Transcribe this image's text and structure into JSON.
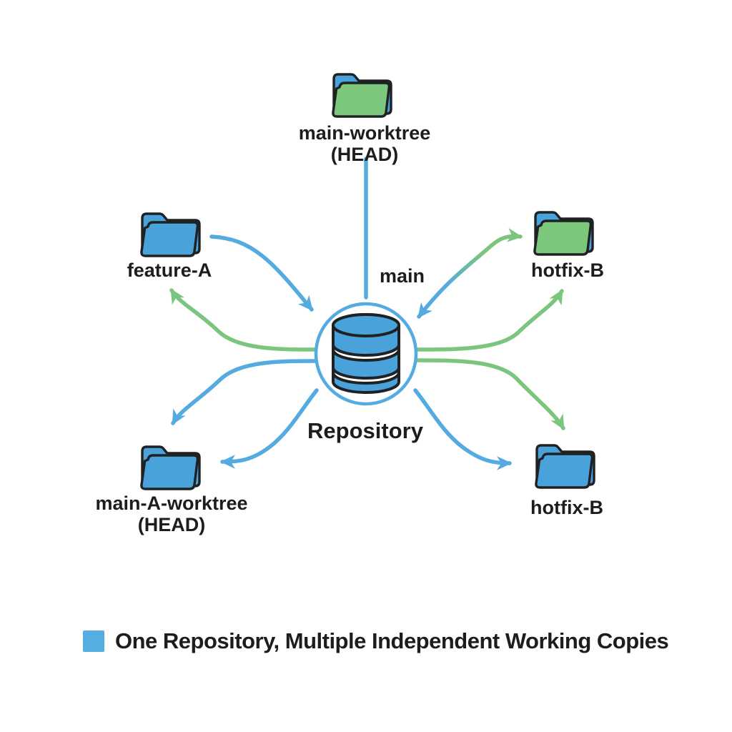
{
  "nodes": {
    "main_worktree": {
      "label": "main-worktree",
      "sublabel": "(HEAD)"
    },
    "feature_a": {
      "label": "feature-A"
    },
    "hotfix_b_top": {
      "label": "hotfix-B"
    },
    "main_a_worktree": {
      "label": "main-A-worktree",
      "sublabel": "(HEAD)"
    },
    "hotfix_b_bottom": {
      "label": "hotfix-B"
    }
  },
  "repository": {
    "label": "Repository"
  },
  "branch": {
    "label": "main"
  },
  "caption": {
    "text": "One Repository, Multiple Independent Working Copies"
  },
  "colors": {
    "arrow_blue": "#55abe0",
    "arrow_green": "#7cc57e",
    "folder_blue": "#4aa2db",
    "folder_green": "#7cc77b",
    "outline": "#1f2123",
    "text": "#1d1d1f"
  }
}
